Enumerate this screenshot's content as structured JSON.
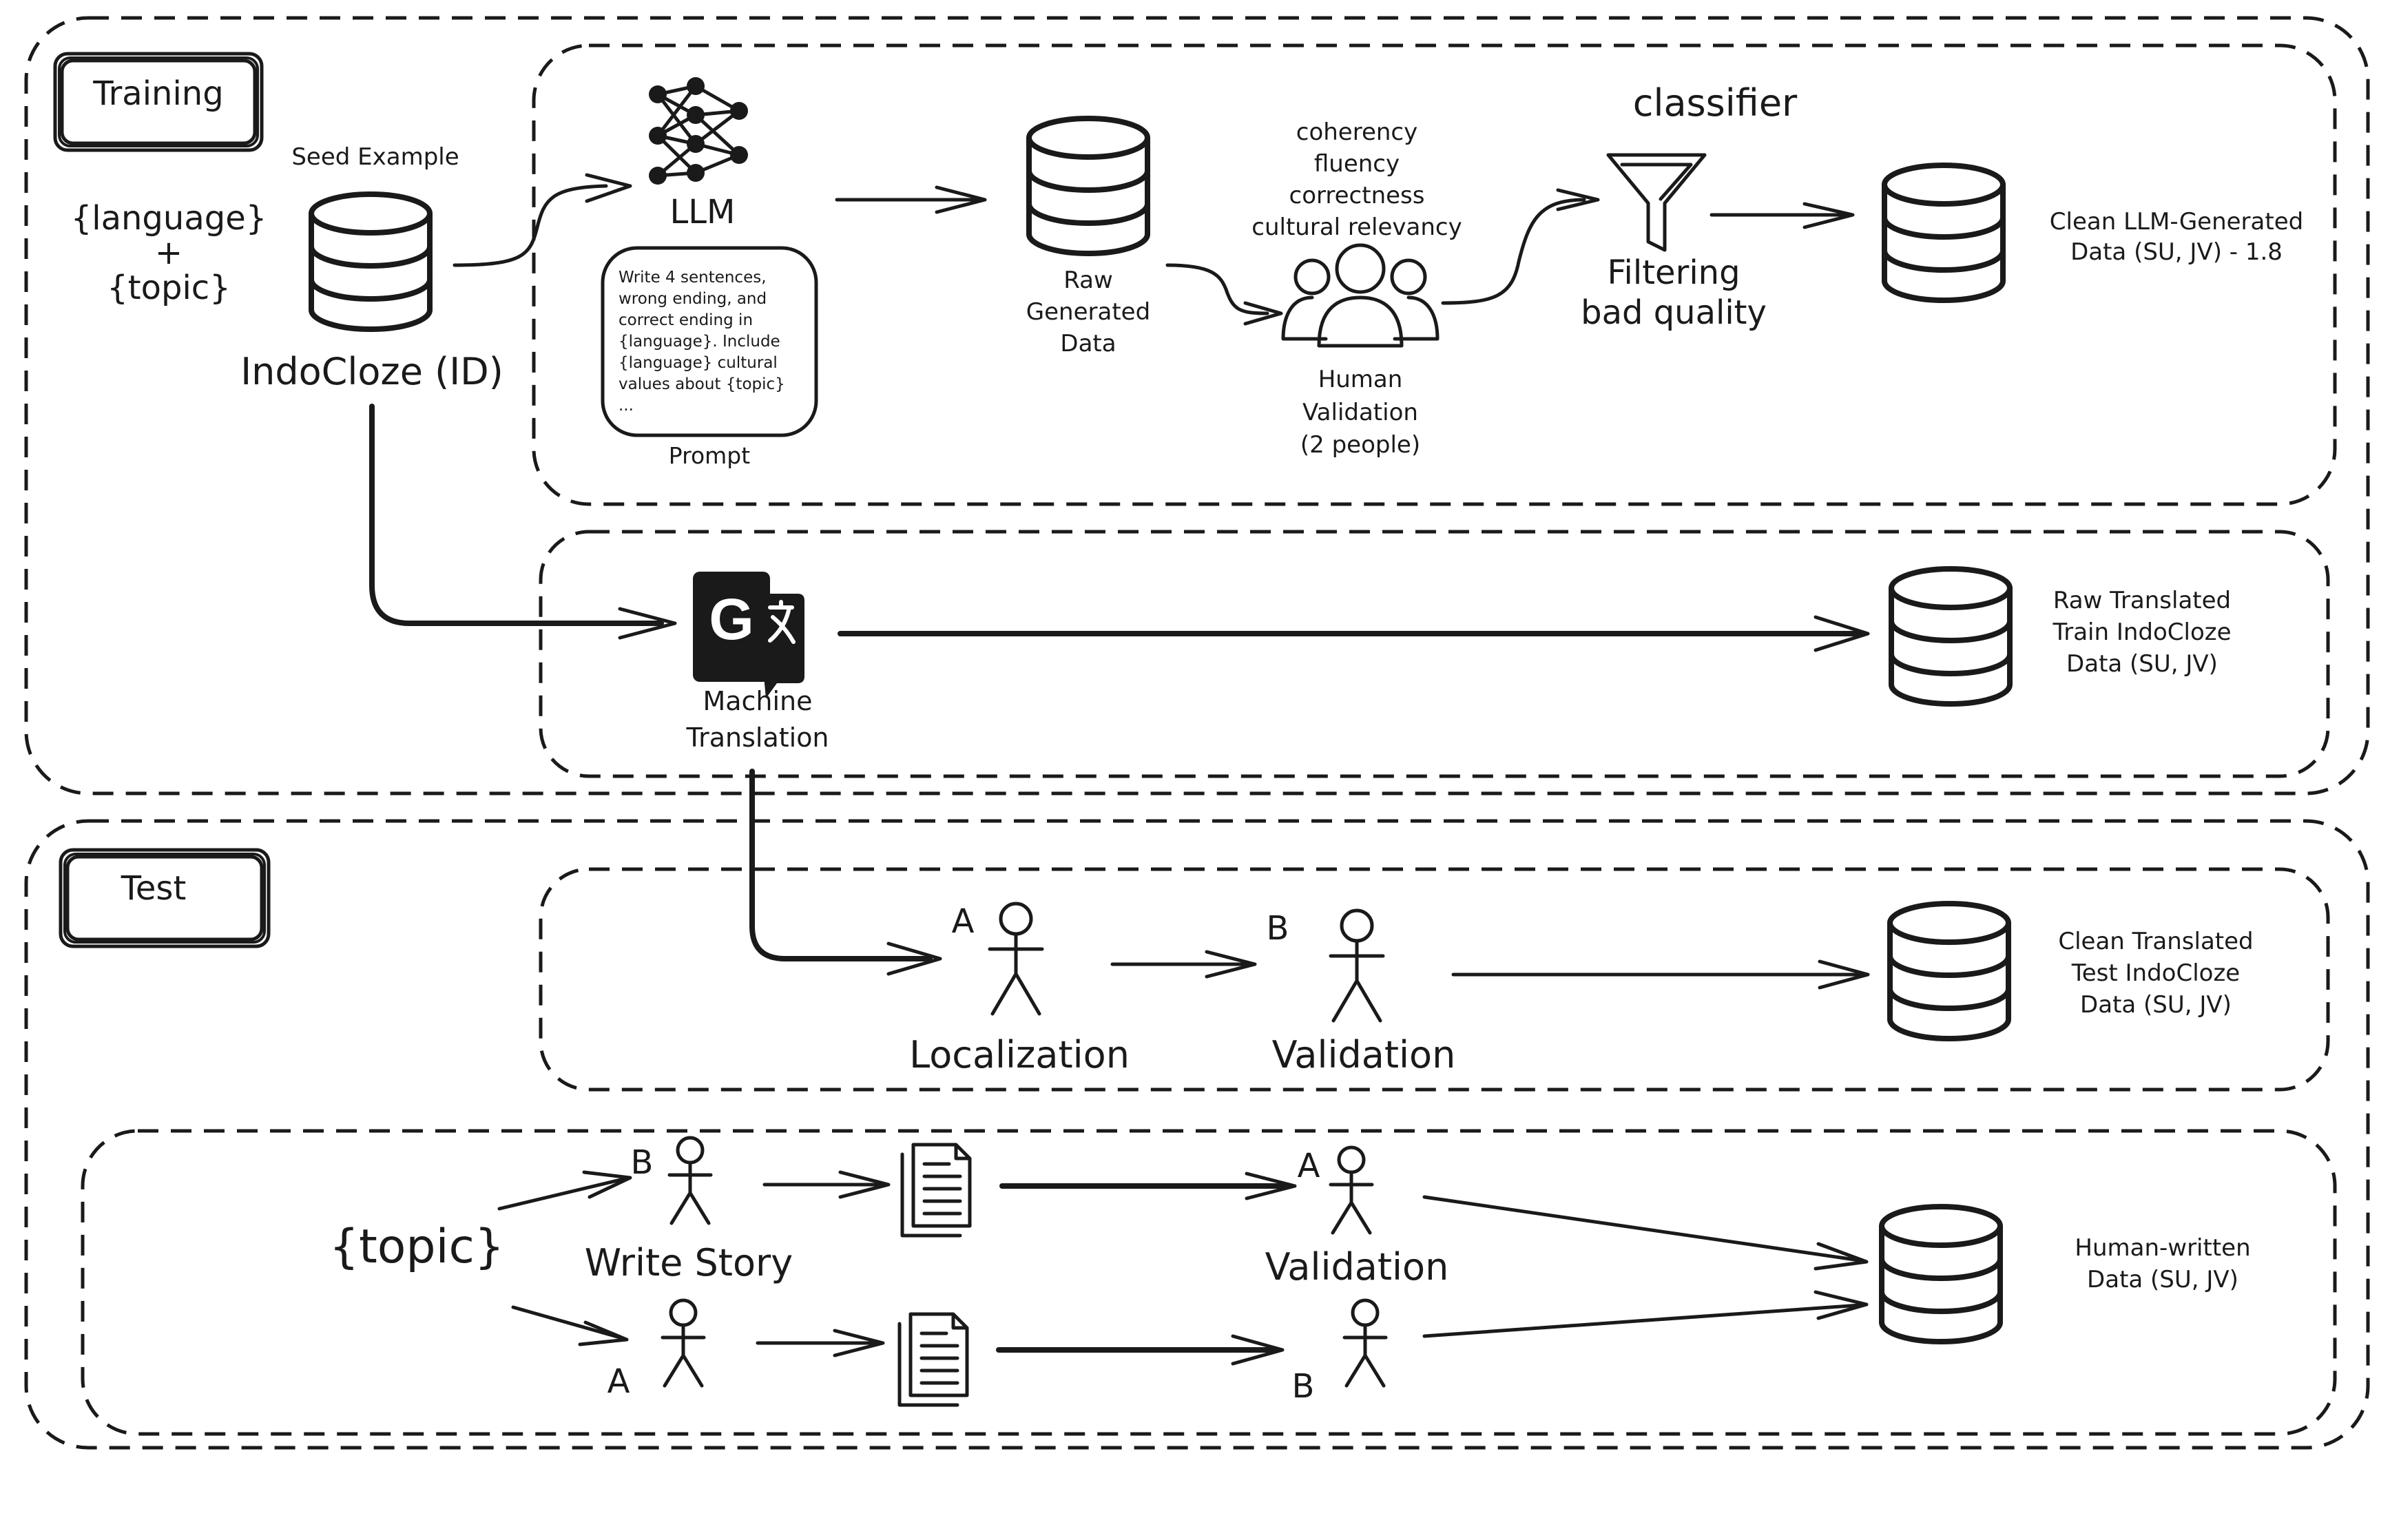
{
  "training": {
    "tag": "Training",
    "seed_example_label": "Seed Example",
    "seed_vars": "{language}\n+\n{topic}",
    "seed_db_label": "IndoCloze (ID)",
    "llm_label": "LLM",
    "prompt_text": "Write 4 sentences,\nwrong ending, and\ncorrect ending in\n{language}. Include\n{language} cultural\nvalues about {topic}\n...",
    "prompt_caption": "Prompt",
    "raw_generated_label": "Raw\nGenerated\nData",
    "criteria": "coherency\nfluency\ncorrectness\ncultural relevancy",
    "human_validation_label": "Human\nValidation\n(2 people)",
    "classifier_label": "classifier",
    "filtering_label": "Filtering\nbad quality",
    "clean_llm_label": "Clean LLM-Generated\nData (SU, JV) - 1.8",
    "mt_label": "Machine\nTranslation",
    "raw_translated_label": "Raw Translated\nTrain IndoCloze\nData (SU, JV)"
  },
  "test": {
    "tag": "Test",
    "person_a": "A",
    "person_b": "B",
    "localization_label": "Localization",
    "validation_label": "Validation",
    "clean_translated_label": "Clean Translated\nTest IndoCloze\nData (SU, JV)",
    "topic_var": "{topic}",
    "write_story_label": "Write Story",
    "validation2_label": "Validation",
    "human_written_label": "Human-written\nData (SU, JV)"
  },
  "icons": {
    "database": "database-icon",
    "neural_network": "neural-network-icon",
    "people_group": "people-group-icon",
    "funnel": "funnel-filter-icon",
    "translate": "google-translate-icon",
    "stick_person": "person-icon",
    "document": "document-icon"
  }
}
